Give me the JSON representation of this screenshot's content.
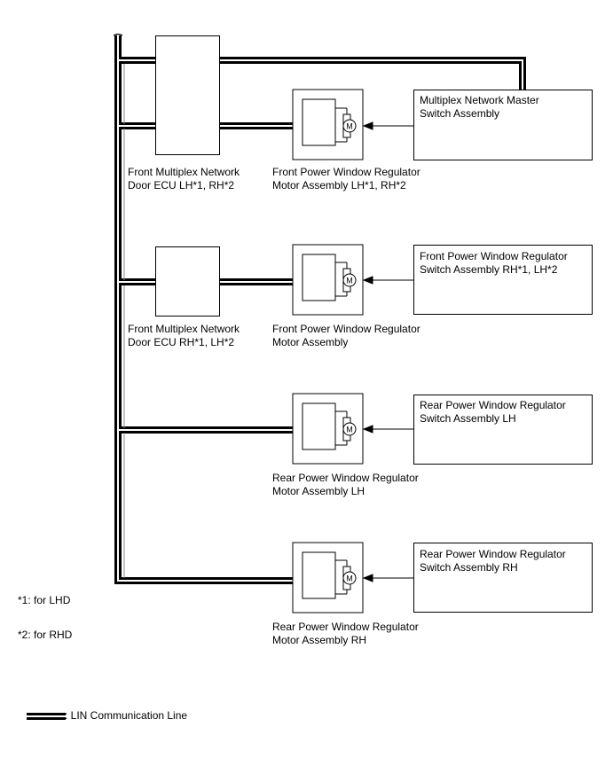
{
  "ecu_lh": {
    "line1": "Front Multiplex Network",
    "line2": "Door ECU LH*1, RH*2"
  },
  "ecu_rh": {
    "line1": "Front Multiplex Network",
    "line2": "Door ECU RH*1, LH*2"
  },
  "motor_front_lh": {
    "line1": "Front Power Window Regulator",
    "line2": "Motor Assembly LH*1, RH*2"
  },
  "motor_front_rh": {
    "line1": "Front Power Window Regulator",
    "line2": "Motor Assembly"
  },
  "motor_rear_lh": {
    "line1": "Rear Power Window Regulator",
    "line2": "Motor Assembly LH"
  },
  "motor_rear_rh": {
    "line1": "Rear Power Window Regulator",
    "line2": "Motor Assembly RH"
  },
  "switch_master": {
    "line1": "Multiplex Network Master",
    "line2": "Switch Assembly"
  },
  "switch_front": {
    "line1": "Front Power Window Regulator",
    "line2": "Switch Assembly RH*1, LH*2"
  },
  "switch_rear_lh": {
    "line1": "Rear Power Window Regulator",
    "line2": "Switch Assembly LH"
  },
  "switch_rear_rh": {
    "line1": "Rear Power Window Regulator",
    "line2": "Switch Assembly RH"
  },
  "motor_symbol": "M",
  "notes": {
    "lhd": "*1: for LHD",
    "rhd": "*2: for RHD"
  },
  "legend": {
    "lin": ": LIN Communication Line"
  }
}
